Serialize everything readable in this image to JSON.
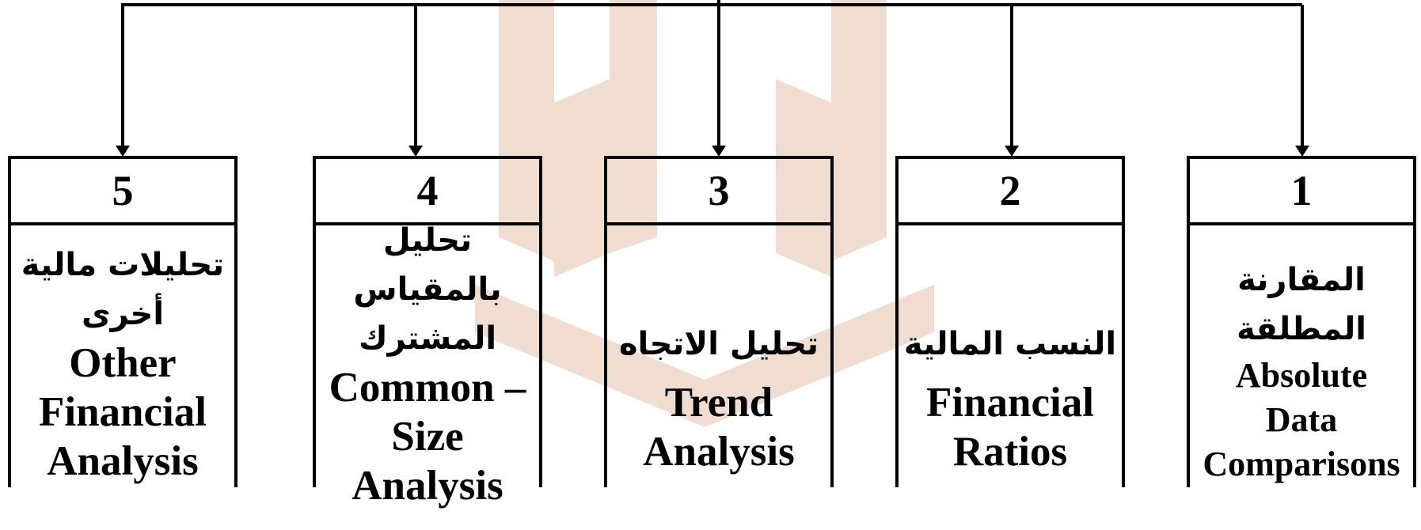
{
  "diagram": {
    "accent_line": "#000000",
    "watermark_color": "#f1ddd0",
    "boxes": [
      {
        "number": "5",
        "arabic": [
          "تحليلات مالية",
          "أخرى"
        ],
        "english": [
          "Other",
          "Financial",
          "Analysis"
        ]
      },
      {
        "number": "4",
        "arabic": [
          "تحليل بالمقياس",
          "المشترك"
        ],
        "english": [
          "Common –",
          "Size",
          "Analysis"
        ]
      },
      {
        "number": "3",
        "arabic": [
          "تحليل الاتجاه"
        ],
        "english": [
          "Trend",
          "Analysis"
        ]
      },
      {
        "number": "2",
        "arabic": [
          "النسب المالية"
        ],
        "english": [
          "Financial",
          "Ratios"
        ]
      },
      {
        "number": "1",
        "arabic": [
          "المقارنة",
          "المطلقة"
        ],
        "english": [
          "Absolute",
          "Data",
          "Comparisons"
        ]
      }
    ]
  }
}
